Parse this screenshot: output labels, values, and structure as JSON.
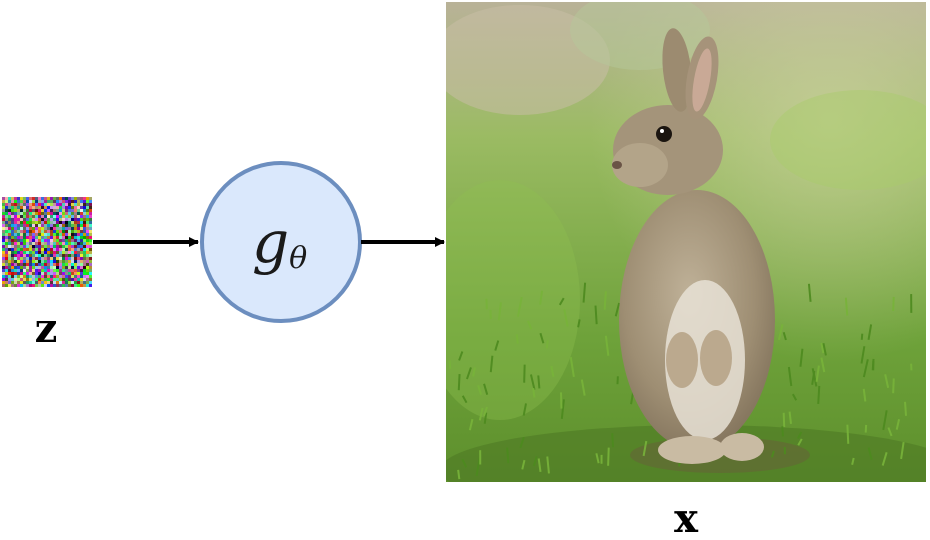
{
  "diagram": {
    "input": {
      "label": "z",
      "icon": "noise-icon"
    },
    "generator": {
      "symbol": "g",
      "subscript": "θ",
      "fill": "#dae8fc",
      "stroke": "#6c8ebf"
    },
    "output": {
      "label": "x",
      "icon": "rabbit-photo-icon"
    },
    "edges": [
      {
        "from": "input",
        "to": "generator"
      },
      {
        "from": "generator",
        "to": "output"
      }
    ]
  }
}
